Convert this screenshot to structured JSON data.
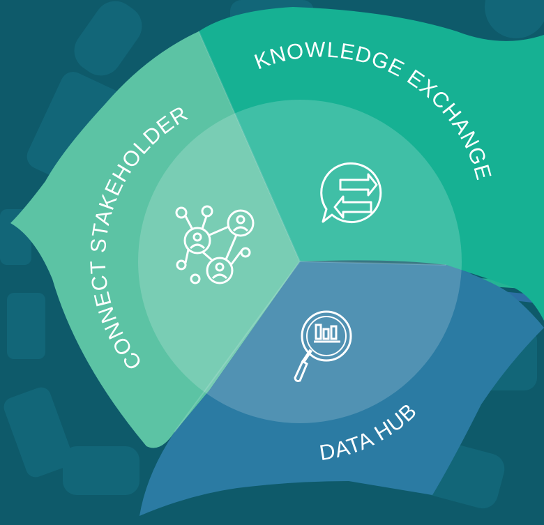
{
  "diagram": {
    "segments": [
      {
        "id": "connect",
        "label": "CONNECT STAKEHOLDERS",
        "icon": "network-people-icon",
        "color": "#5cc3a4"
      },
      {
        "id": "knowledge",
        "label": "KNOWLEDGE EXCHANGE",
        "icon": "exchange-arrows-bubble-icon",
        "color": "#16b193"
      },
      {
        "id": "datahub",
        "label": "DATA HUB",
        "icon": "magnifier-chart-icon",
        "color": "#2b7ba3"
      }
    ]
  },
  "colors": {
    "background": "#0e5a6a",
    "background_shapes": "#13687a",
    "inner_circle": "rgba(255,255,255,0.18)",
    "stripe_blue": "#2c6fa3",
    "stripe_green": "#25b494",
    "text": "#ffffff"
  }
}
